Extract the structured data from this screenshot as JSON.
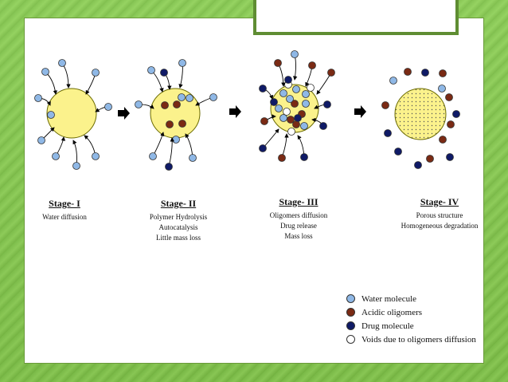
{
  "stages": [
    {
      "title": "Stage- I",
      "lines": [
        "Water diffusion"
      ]
    },
    {
      "title": "Stage- II",
      "lines": [
        "Polymer Hydrolysis",
        "Autocatalysis",
        "Little mass loss"
      ]
    },
    {
      "title": "Stage- III",
      "lines": [
        "Oligomers diffusion",
        "Drug release",
        "Mass loss"
      ]
    },
    {
      "title": "Stage- IV",
      "lines": [
        "Porous structure",
        "Homogeneous degradation"
      ]
    }
  ],
  "legend": [
    {
      "label": "Water molecule",
      "color": "#8fb8e6"
    },
    {
      "label": "Acidic oligomers",
      "color": "#7a2a14"
    },
    {
      "label": "Drug molecule",
      "color": "#0f1a66"
    },
    {
      "label": "Voids due to oligomers diffusion",
      "color": "#ffffff"
    }
  ],
  "colors": {
    "sphere_fill": "#fbf28c",
    "sphere_stroke": "#6b6b00",
    "water": "#8fb8e6",
    "acid": "#7a2a14",
    "drug": "#0f1a66",
    "void": "#ffffff",
    "arrow": "#000000"
  }
}
